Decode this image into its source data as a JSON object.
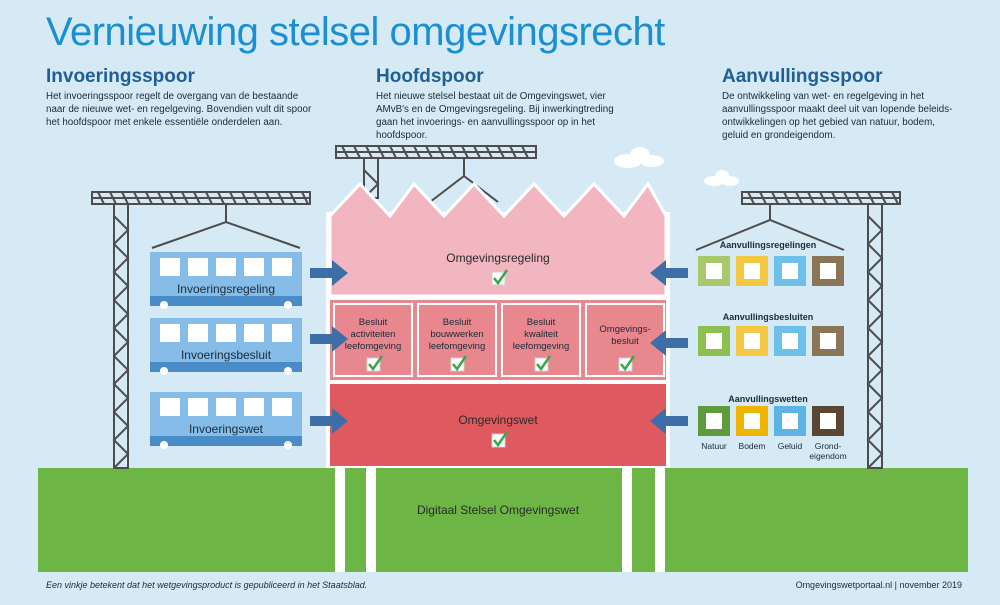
{
  "title": "Vernieuwing stelsel omgevingsrecht",
  "columns": {
    "left": {
      "heading": "Invoeringsspoor",
      "text": "Het invoeringsspoor regelt de overgang van de bestaande naar de nieuwe wet- en regelgeving. Bovendien vult dit spoor het hoofdspoor met enkele essentiële onderdelen aan."
    },
    "middle": {
      "heading": "Hoofdspoor",
      "text": "Het nieuwe stelsel bestaat uit de Omgevingswet, vier AMvB's en de Omgevingsregeling. Bij inwerkingtreding gaan het invoerings- en aanvullingsspoor op in het hoofdspoor."
    },
    "right": {
      "heading": "Aanvullingsspoor",
      "text": "De ontwikkeling van wet- en regelgeving in het aanvullingsspoor maakt deel uit van lopende beleids-ontwikkelingen op het gebied van natuur, bodem, geluid en grondeigendom."
    }
  },
  "invoering": {
    "regeling": "Invoeringsregeling",
    "besluit": "Invoeringsbesluit",
    "wet": "Invoeringswet"
  },
  "hoofd": {
    "regeling": "Omgevingsregeling",
    "wet": "Omgevingswet",
    "besluiten": [
      [
        "Besluit",
        "activiteiten",
        "leefomgeving"
      ],
      [
        "Besluit",
        "bouwwerken",
        "leefomgeving"
      ],
      [
        "Besluit",
        "kwaliteit",
        "leefomgeving"
      ],
      [
        "Omgevings-",
        "besluit"
      ]
    ],
    "foundation": "Digitaal Stelsel Omgevingswet"
  },
  "aanvulling": {
    "regelingen": "Aanvullingsregelingen",
    "besluiten": "Aanvullingsbesluiten",
    "wetten": "Aanvullingswetten",
    "items": [
      {
        "label": "Natuur",
        "color": "#5f9a3c",
        "regeling_color": "#a8c96a",
        "besluit_color": "#8cc151"
      },
      {
        "label": "Bodem",
        "color": "#f0b400",
        "regeling_color": "#f5c842",
        "besluit_color": "#f5c842"
      },
      {
        "label": "Geluid",
        "color": "#5bb4e5",
        "regeling_color": "#6cc0ea",
        "besluit_color": "#6cc0ea"
      },
      {
        "label": [
          "Grond-",
          "eigendom"
        ],
        "color": "#5a4632",
        "regeling_color": "#8a7656",
        "besluit_color": "#8a7656"
      }
    ]
  },
  "footer": {
    "left": "Een vinkje betekent dat het wetgevingsproduct is gepubliceerd in het Staatsblad.",
    "right": "Omgevingswetportaal.nl | november 2019"
  },
  "colors": {
    "background": "#d6eaf5",
    "title": "#1a8fd1",
    "heading": "#1f5e96",
    "crane": "#4d4d4d",
    "invoering_blue": "#86bde8",
    "regeling_pink": "#f2b6c0",
    "besluit_pink": "#e8888e",
    "wet_red": "#df5a5f",
    "grass": "#6db545",
    "arrow": "#3d6ea8",
    "check": "#3aa84a"
  }
}
